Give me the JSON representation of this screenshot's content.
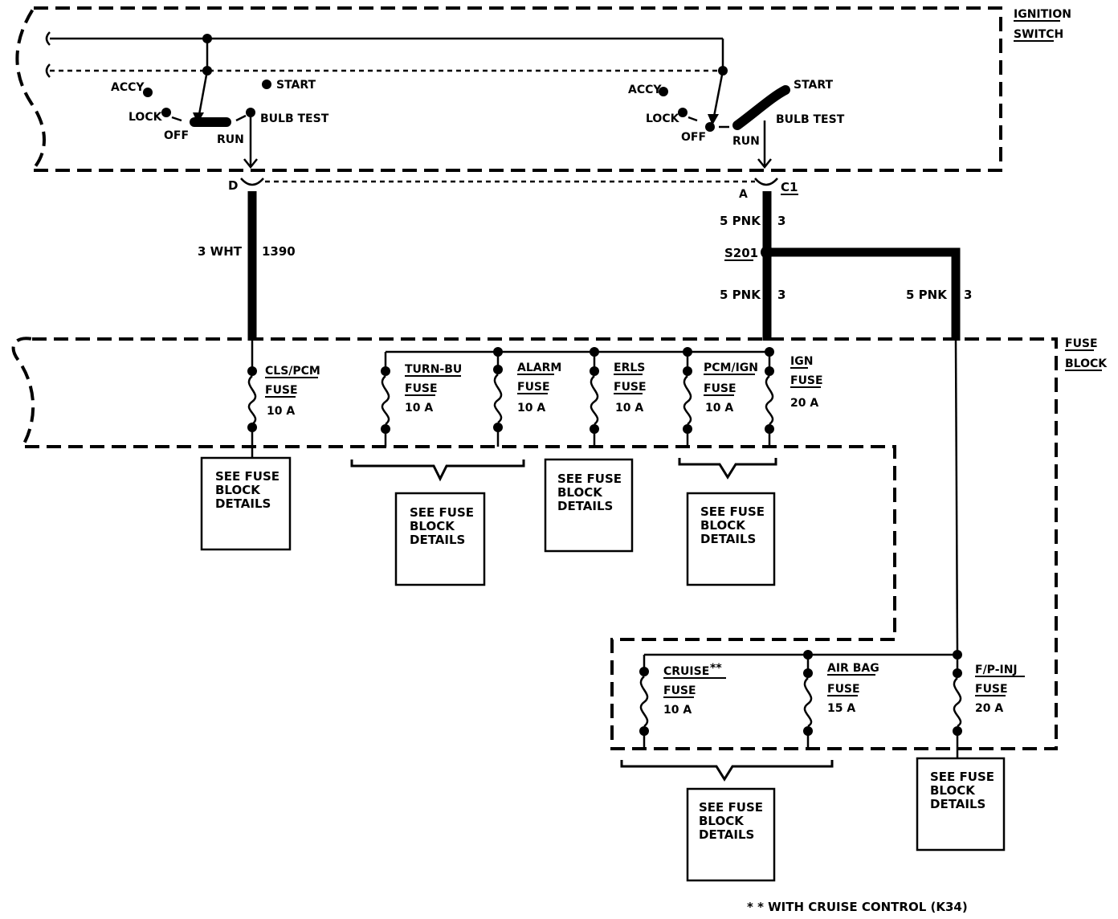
{
  "ignition_switch": {
    "title_line1": "IGNITION",
    "title_line2": "SWITCH",
    "left": {
      "accy": "ACCY",
      "lock": "LOCK",
      "off": "OFF",
      "run": "RUN",
      "start": "START",
      "bulb_test": "BULB TEST"
    },
    "right": {
      "accy": "ACCY",
      "lock": "LOCK",
      "off": "OFF",
      "run": "RUN",
      "start": "START",
      "bulb_test": "BULB TEST"
    },
    "terminal_left": "D",
    "terminal_right": "A",
    "connector": "C1"
  },
  "wires": {
    "left": {
      "gauge_color": "3 WHT",
      "circuit": "1390"
    },
    "right_upper": {
      "gauge_color": "5 PNK",
      "circuit": "3"
    },
    "right_lower": {
      "gauge_color": "5 PNK",
      "circuit": "3"
    },
    "branch": {
      "gauge_color": "5 PNK",
      "circuit": "3"
    }
  },
  "splice": "S201",
  "fuse_block": {
    "title_line1": "FUSE",
    "title_line2": "BLOCK",
    "fuses": [
      {
        "name": "CLS/PCM",
        "word": "FUSE",
        "rating": "10 A"
      },
      {
        "name": "TURN-BU",
        "word": "FUSE",
        "rating": "10 A"
      },
      {
        "name": "ALARM",
        "word": "FUSE",
        "rating": "10 A"
      },
      {
        "name": "ERLS",
        "word": "FUSE",
        "rating": "10 A"
      },
      {
        "name": "PCM/IGN",
        "word": "FUSE",
        "rating": "10 A"
      },
      {
        "name": "IGN",
        "word": "FUSE",
        "rating": "20 A"
      },
      {
        "name": "CRUISE",
        "suffix": "**",
        "word": "FUSE",
        "rating": "10 A"
      },
      {
        "name": "AIR BAG",
        "word": "FUSE",
        "rating": "15 A"
      },
      {
        "name": "F/P-INJ",
        "word": "FUSE",
        "rating": "20 A"
      }
    ]
  },
  "detail_boxes": [
    {
      "l1": "SEE FUSE",
      "l2": "BLOCK",
      "l3": "DETAILS"
    },
    {
      "l1": "SEE FUSE",
      "l2": "BLOCK",
      "l3": "DETAILS"
    },
    {
      "l1": "SEE FUSE",
      "l2": "BLOCK",
      "l3": "DETAILS"
    },
    {
      "l1": "SEE FUSE",
      "l2": "BLOCK",
      "l3": "DETAILS"
    },
    {
      "l1": "SEE FUSE",
      "l2": "BLOCK",
      "l3": "DETAILS"
    },
    {
      "l1": "SEE FUSE",
      "l2": "BLOCK",
      "l3": "DETAILS"
    }
  ],
  "footnote": "* * WITH CRUISE CONTROL (K34)"
}
